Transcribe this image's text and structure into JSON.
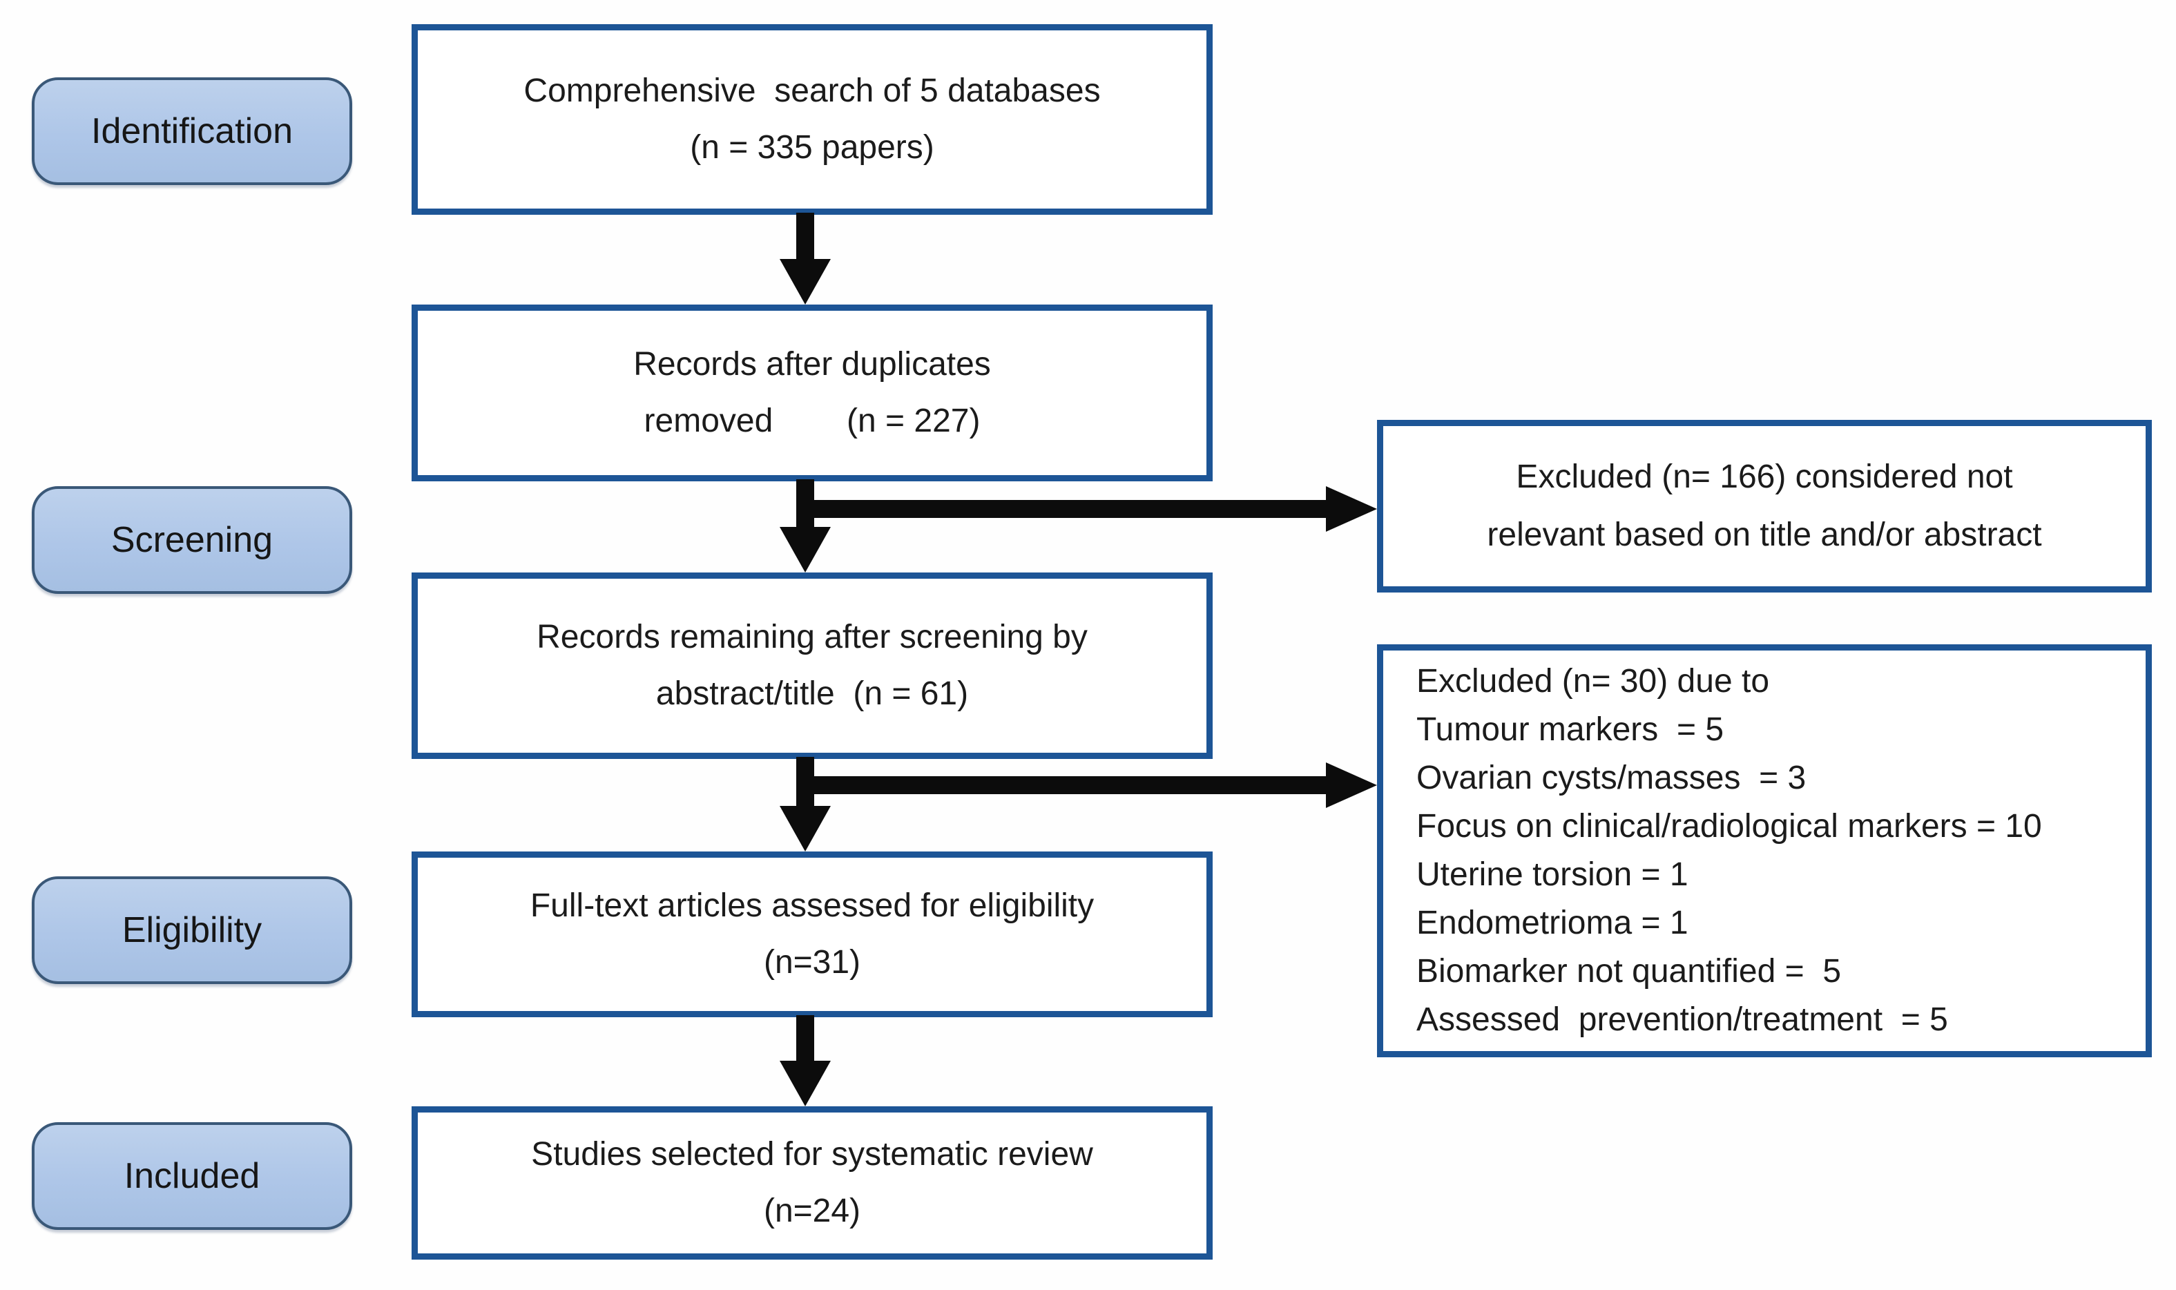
{
  "diagram": {
    "stages": [
      {
        "label": "Identification"
      },
      {
        "label": "Screening"
      },
      {
        "label": "Eligibility"
      },
      {
        "label": "Included"
      }
    ],
    "flow": {
      "search": {
        "line1": "Comprehensive  search of 5 databases",
        "line2": "(n = 335 papers)"
      },
      "deduplicated": {
        "line1": "Records after duplicates",
        "line2": "removed        (n = 227)"
      },
      "screened": {
        "line1": "Records remaining after screening by",
        "line2": "abstract/title  (n = 61)"
      },
      "fulltext": {
        "line1": "Full-text articles assessed for eligibility",
        "line2": "(n=31)"
      },
      "included": {
        "line1": "Studies selected for systematic review",
        "line2": "(n=24)"
      }
    },
    "exclusions": {
      "screening": {
        "line1": "Excluded (n= 166) considered not",
        "line2": "relevant based on title and/or abstract"
      },
      "eligibility": {
        "title": "Excluded (n= 30) due to",
        "reasons": [
          "Tumour markers  = 5",
          "Ovarian cysts/masses  = 3",
          "Focus on clinical/radiological markers = 10",
          "Uterine torsion = 1",
          "Endometrioma = 1",
          "Biomarker not quantified =  5",
          "Assessed  prevention/treatment  = 5"
        ]
      }
    },
    "colors": {
      "flow_box_border": "#1d5596",
      "stage_fill": "#aec6e8",
      "stage_border": "#3a5878",
      "arrow": "#0c0c0c",
      "text": "#1b1b1b",
      "background": "#fefefe"
    }
  }
}
